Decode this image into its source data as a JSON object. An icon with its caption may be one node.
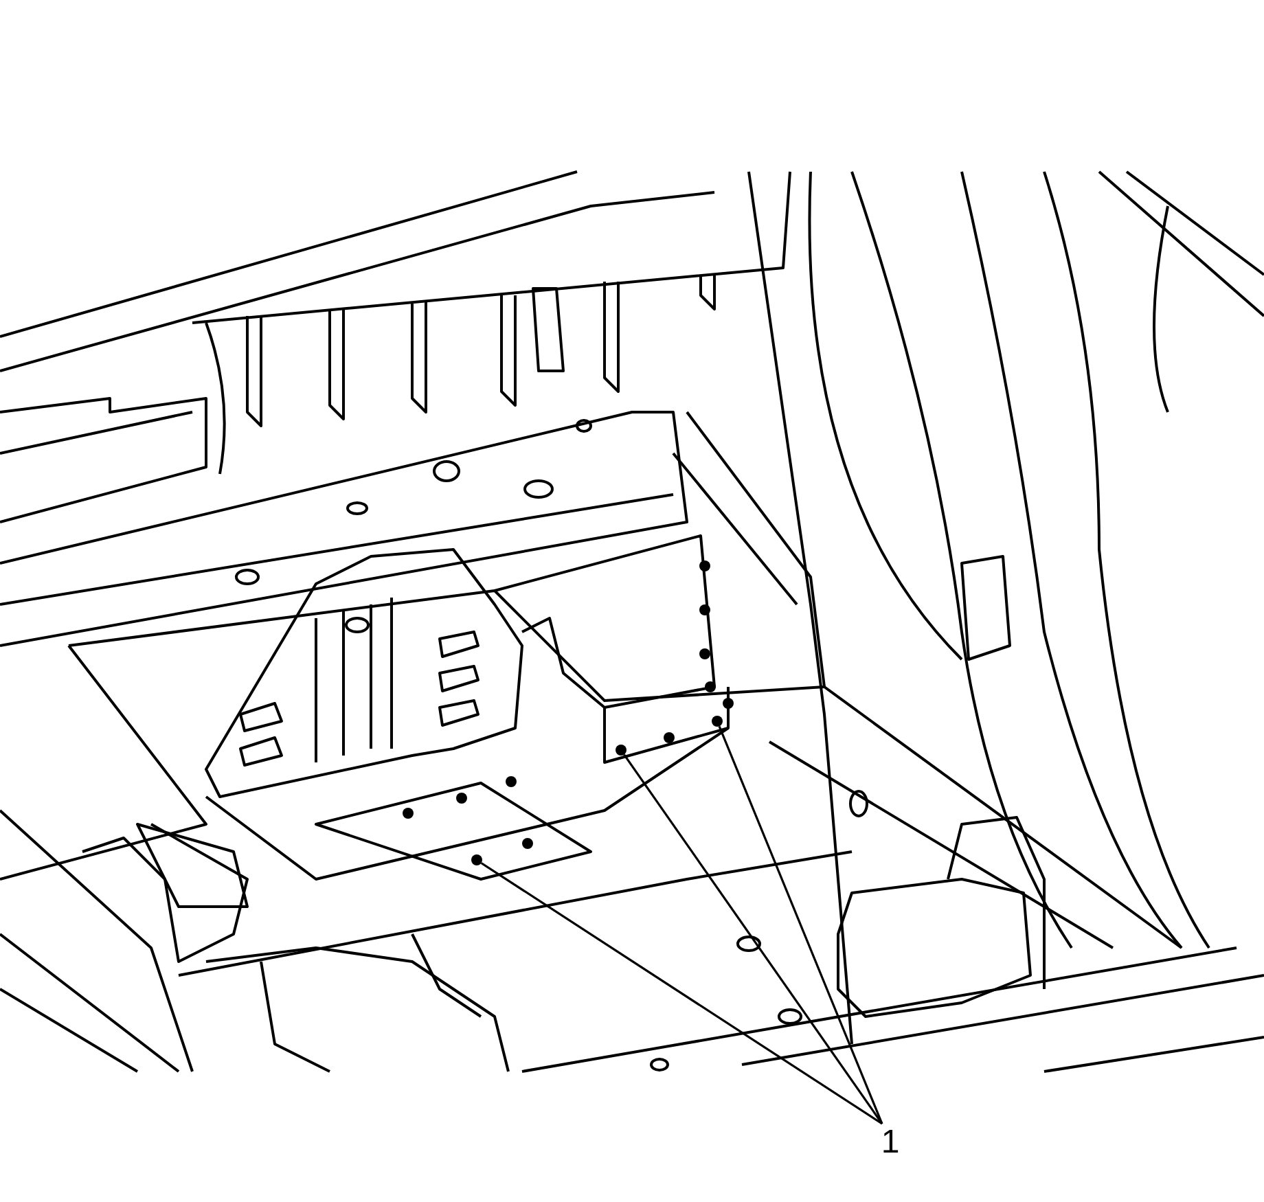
{
  "diagram": {
    "nodes": [
      {
        "text": [
          "1"
        ]
      },
      {
        "text": [],
        "shape": "circle"
      },
      {
        "text": [],
        "shape": "circle"
      },
      {
        "text": [],
        "shape": "circle"
      }
    ],
    "edges": [
      {
        "from": 0,
        "to": 1,
        "arrow": "none"
      },
      {
        "from": 0,
        "to": 2,
        "arrow": "none"
      },
      {
        "from": 0,
        "to": 3,
        "arrow": "none"
      }
    ]
  }
}
